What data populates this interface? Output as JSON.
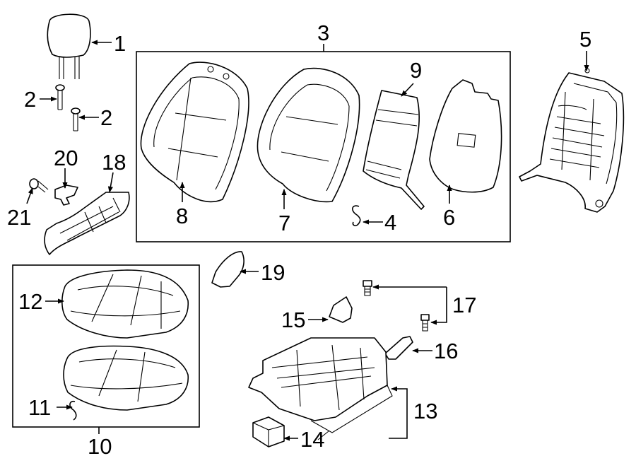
{
  "diagram": {
    "callouts": {
      "c1": "1",
      "c2a": "2",
      "c2b": "2",
      "c3": "3",
      "c4": "4",
      "c5": "5",
      "c6": "6",
      "c7": "7",
      "c8": "8",
      "c9": "9",
      "c10": "10",
      "c11": "11",
      "c12": "12",
      "c13": "13",
      "c14": "14",
      "c15": "15",
      "c16": "16",
      "c17": "17",
      "c18": "18",
      "c19": "19",
      "c20": "20",
      "c21": "21"
    }
  }
}
